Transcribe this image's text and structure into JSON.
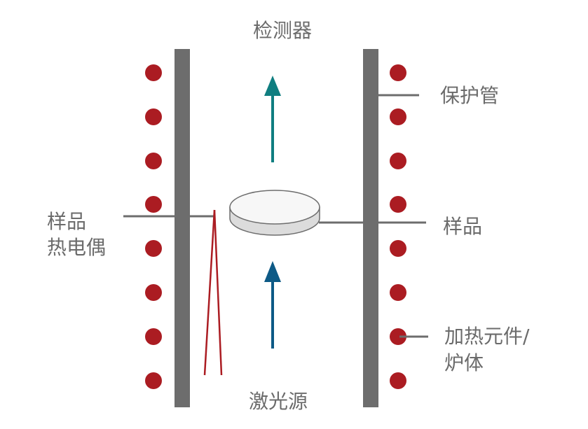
{
  "labels": {
    "detector": "检测器",
    "protective_tube": "保护管",
    "sample_right": "样品",
    "sample_left": "样品",
    "thermocouple": "热电偶",
    "heating_element_line1": "加热元件/",
    "heating_element_line2": "炉体",
    "laser_source": "激光源"
  },
  "colors": {
    "tube_wall": "#6d6d6d",
    "heater_dot": "#ab1c22",
    "detector_arrow": "#0f7e80",
    "laser_arrow": "#0d5a86",
    "thermocouple_wire": "#ab1c22",
    "leader_line": "#6d6d6d",
    "label_text": "#6b6b6b",
    "sample_fill": "#f7f7f7",
    "sample_side": "#dcdcdc",
    "sample_edge": "#6d6d6d"
  }
}
